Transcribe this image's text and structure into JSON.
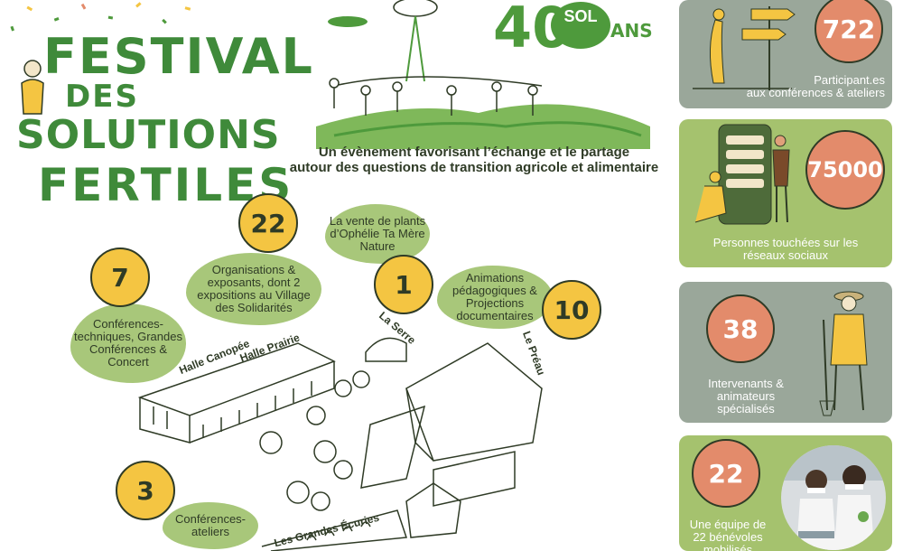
{
  "title": {
    "line1": "FESTIVAL",
    "line2": "DES",
    "line3": "SOLUTIONS",
    "line4": "FERTILES"
  },
  "logo": {
    "number": "40",
    "brand": "SOL",
    "suffix": "ANS"
  },
  "subtitle": {
    "line1": "Un évènement favorisant l’échange et le partage",
    "line2": "autour des questions de transition agricole et alimentaire"
  },
  "places": {
    "halle_canopee": "Halle Canopée",
    "halle_prairie": "Halle Prairie",
    "la_serre": "La Serre",
    "le_preau": "Le Préau",
    "grandes_ecuries": "Les Grandes Écuries"
  },
  "stats_map": [
    {
      "number": "7",
      "text": "Conférences-techniques, Grandes Conférences & Concert"
    },
    {
      "number": "22",
      "text": "Organisations & exposants, dont 2 expositions au Village des Solidarités"
    },
    {
      "number": "1",
      "text": "La vente de plants d’Ophélie Ta Mère Nature"
    },
    {
      "number": "10",
      "text": "Animations pédagogiques & Projections documentaires"
    },
    {
      "number": "3",
      "text": "Conférences-ateliers"
    }
  ],
  "stats_side": [
    {
      "number": "722",
      "line1": "Participant.es",
      "line2": "aux conférences & ateliers"
    },
    {
      "number": "75000",
      "line1": "Personnes touchées sur les",
      "line2": "réseaux sociaux"
    },
    {
      "number": "38",
      "line1": "Intervenants &",
      "line2": "animateurs",
      "line3": "spécialisés"
    },
    {
      "number": "22",
      "line1": "Une équipe de",
      "line2": "22 bénévoles",
      "line3": "mobilisés"
    }
  ],
  "colors": {
    "green_title": "#3f8a3a",
    "blob_green": "#a8c77a",
    "yellow": "#f4c542",
    "orange": "#e38b6b",
    "panel_grey": "#9aa79a",
    "panel_green": "#a5c26e"
  }
}
